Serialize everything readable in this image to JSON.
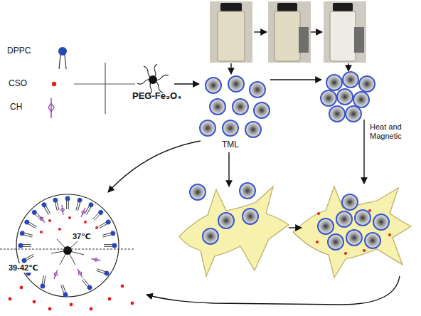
{
  "diagram": {
    "labels": [
      "DPPC",
      "CSO",
      "CH",
      "PEG-Fe₃O₄",
      "TML",
      "Heat and Magnetic",
      "37℃",
      "39-42℃"
    ]
  }
}
